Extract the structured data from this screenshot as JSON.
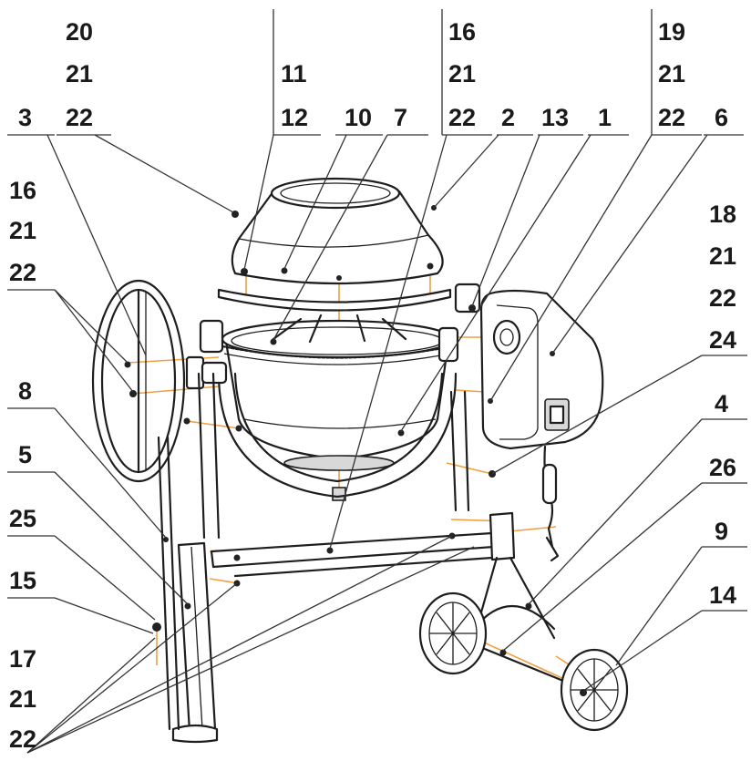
{
  "labels": {
    "l_3": "3",
    "l_8": "8",
    "l_5": "5",
    "l_25": "25",
    "l_15": "15",
    "grp_16a": [
      "16",
      "21",
      "22"
    ],
    "grp_17": [
      "17",
      "21",
      "22"
    ],
    "grp_20": [
      "20",
      "21",
      "22"
    ],
    "grp_11": [
      "11",
      "12"
    ],
    "l_10": "10",
    "l_7": "7",
    "grp_16b": [
      "16",
      "21",
      "22"
    ],
    "l_2": "2",
    "l_13": "13",
    "l_1": "1",
    "grp_19": [
      "19",
      "21",
      "22"
    ],
    "l_6": "6",
    "grp_18": [
      "18",
      "21",
      "22",
      "24"
    ],
    "l_4": "4",
    "l_26": "26",
    "l_9": "9",
    "l_14": "14"
  },
  "colors": {
    "line": "#1e1e1e",
    "axis": "#f0a040",
    "text": "#1a1a1a"
  },
  "icons": {
    "drum": "mixer-drum-drawing",
    "wheel": "hand-wheel-drawing",
    "motor": "motor-housing-drawing"
  }
}
